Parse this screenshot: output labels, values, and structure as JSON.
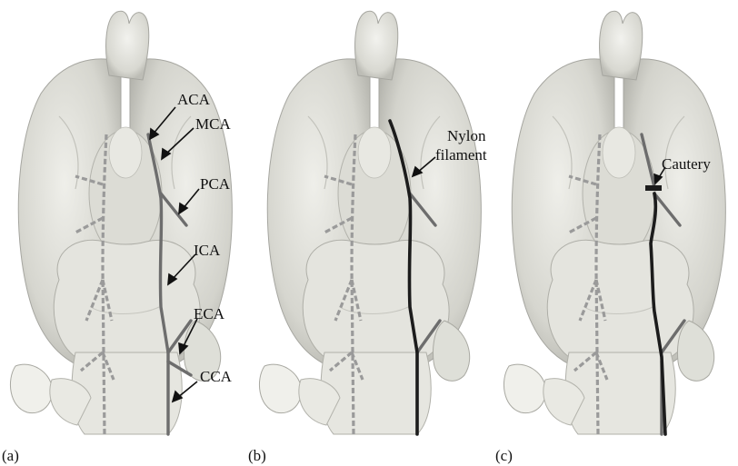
{
  "panels": [
    {
      "label": "(a)",
      "annotations": [
        "ACA",
        "MCA",
        "PCA",
        "ICA",
        "ECA",
        "CCA"
      ]
    },
    {
      "label": "(b)",
      "annotations": [
        "Nylon",
        "filament"
      ]
    },
    {
      "label": "(c)",
      "annotations": [
        "Cautery"
      ]
    }
  ],
  "colors": {
    "background": "#ffffff",
    "tissue_light": "#e9e9e3",
    "tissue_mid": "#cfcfc8",
    "tissue_shadow": "#a9a9a2",
    "vessel_gray": "#6d6d6d",
    "filament_dark": "#1c1c1c",
    "dashed_vessel": "#9a9a9a",
    "text": "#111111"
  }
}
